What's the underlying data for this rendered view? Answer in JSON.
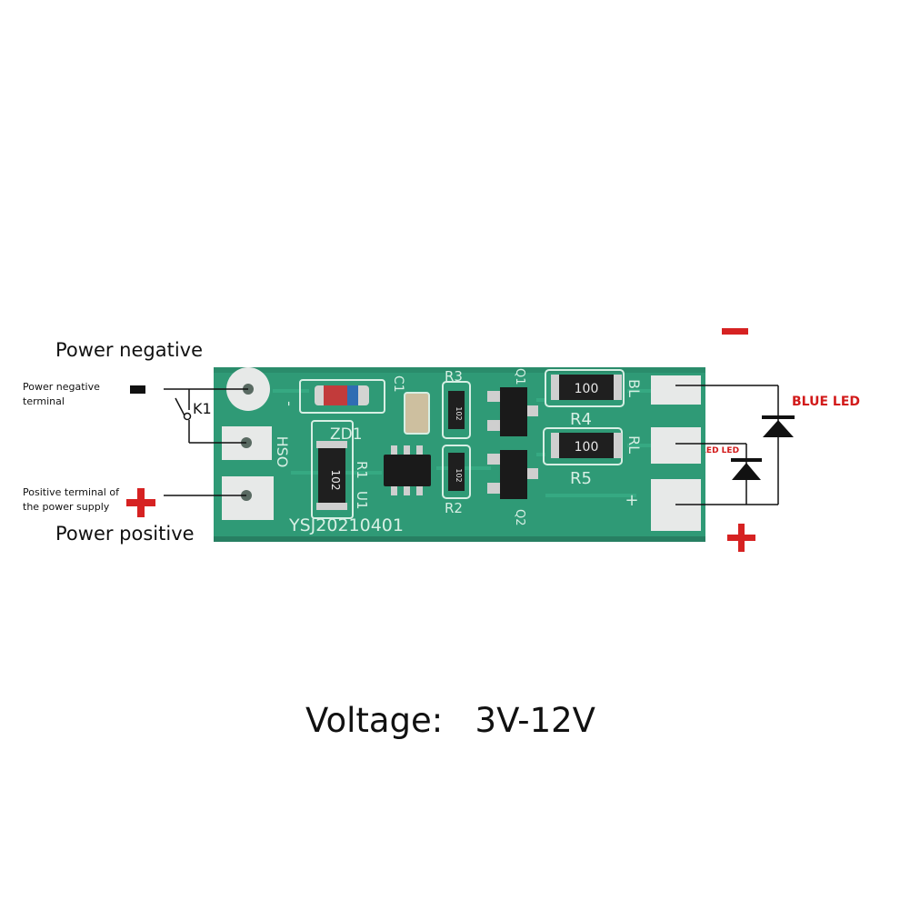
{
  "labels": {
    "power_negative": "Power negative",
    "power_negative_terminal": "Power negative terminal",
    "positive_terminal": "Positive terminal of the power supply",
    "power_positive": "Power positive",
    "switch": "K1",
    "blue_led": "BLUE LED",
    "red_led": "RED LED",
    "voltage": "Voltage:   3V-12V"
  },
  "board": {
    "silkscreen_id": "YSJ20210401",
    "pins_left": [
      "-",
      "HSO",
      ""
    ],
    "pins_right": [
      "BL",
      "RL",
      "+"
    ],
    "parts": {
      "zd1": "ZD1",
      "c1": "C1",
      "r1": "R1",
      "r1_code": "102",
      "u1": "U1",
      "r2": "R2",
      "r2_code": "102",
      "r3": "R3",
      "r3_code": "102",
      "q1": "Q1",
      "q2": "Q2",
      "r4": "R4",
      "r4_code": "100",
      "r5": "R5",
      "r5_code": "100"
    }
  },
  "colors": {
    "pcb": "#2f9a76",
    "pad": "#e7e9e8",
    "symbol_red": "#d62222",
    "led_label": "#d21a1a"
  }
}
